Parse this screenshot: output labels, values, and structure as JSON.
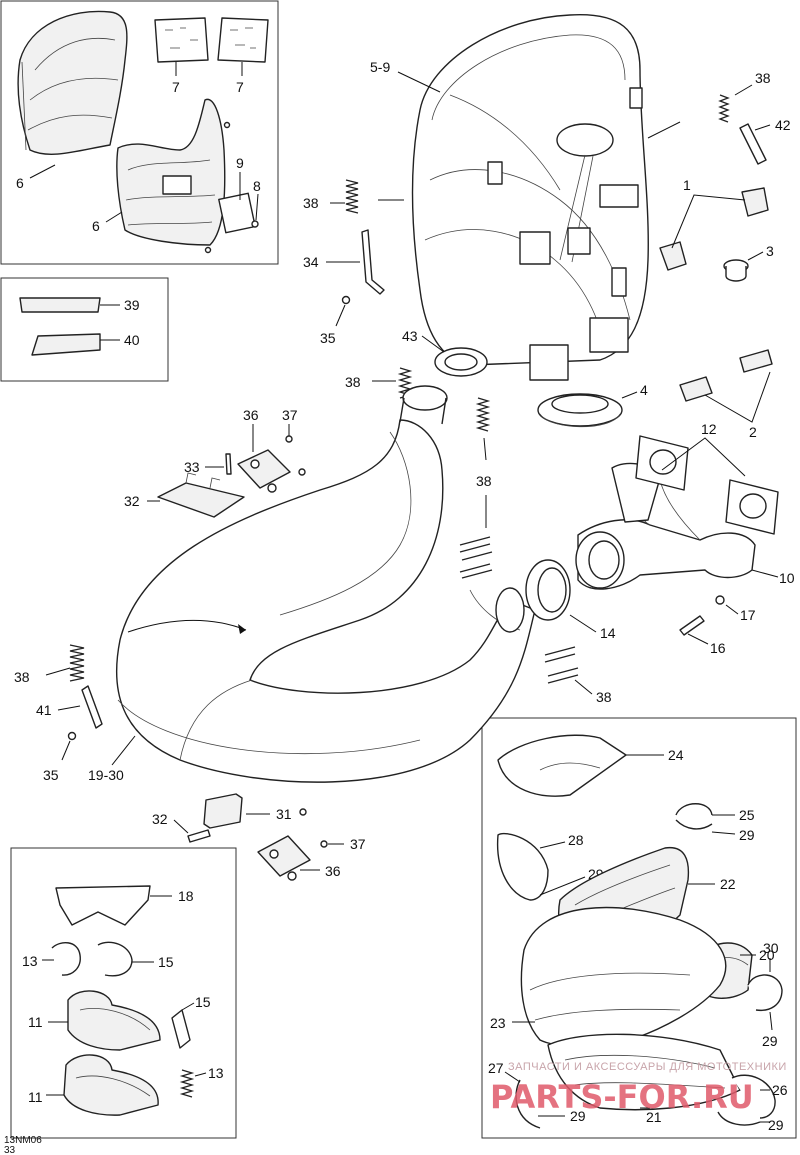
{
  "diagram": {
    "code_line1": "13NM06",
    "code_line2": "33"
  },
  "callouts": {
    "c7a": "7",
    "c7b": "7",
    "c6a": "6",
    "c6b": "6",
    "c9": "9",
    "c8": "8",
    "c39": "39",
    "c40": "40",
    "c5_9": "5-9",
    "c38a": "38",
    "c42": "42",
    "c1": "1",
    "c3": "3",
    "c38b": "38",
    "c34": "34",
    "c35a": "35",
    "c43": "43",
    "c38c": "38",
    "c4": "4",
    "c2": "2",
    "c36a": "36",
    "c37a": "37",
    "c33": "33",
    "c32a": "32",
    "c38d": "38",
    "c12": "12",
    "c10": "10",
    "c17": "17",
    "c16": "16",
    "c14": "14",
    "c38e": "38",
    "c38f": "38",
    "c41": "41",
    "c35b": "35",
    "c19_30": "19-30",
    "c32b": "32",
    "c31": "31",
    "c37b": "37",
    "c36b": "36",
    "c18": "18",
    "c13a": "13",
    "c15a": "15",
    "c15b": "15",
    "c11a": "11",
    "c13b": "13",
    "c11b": "11",
    "c24": "24",
    "c25": "25",
    "c29a": "29",
    "c28": "28",
    "c29b": "29",
    "c22": "22",
    "c20": "20",
    "c30": "30",
    "c23": "23",
    "c29c": "29",
    "c27": "27",
    "c26": "26",
    "c29d": "29",
    "c21": "21",
    "c29e": "29"
  },
  "watermark": {
    "main": "PARTS-FOR.RU",
    "sub": "ЗАПЧАСТИ И АКСЕССУАРЫ ДЛЯ МОТОТЕХНИКИ"
  }
}
